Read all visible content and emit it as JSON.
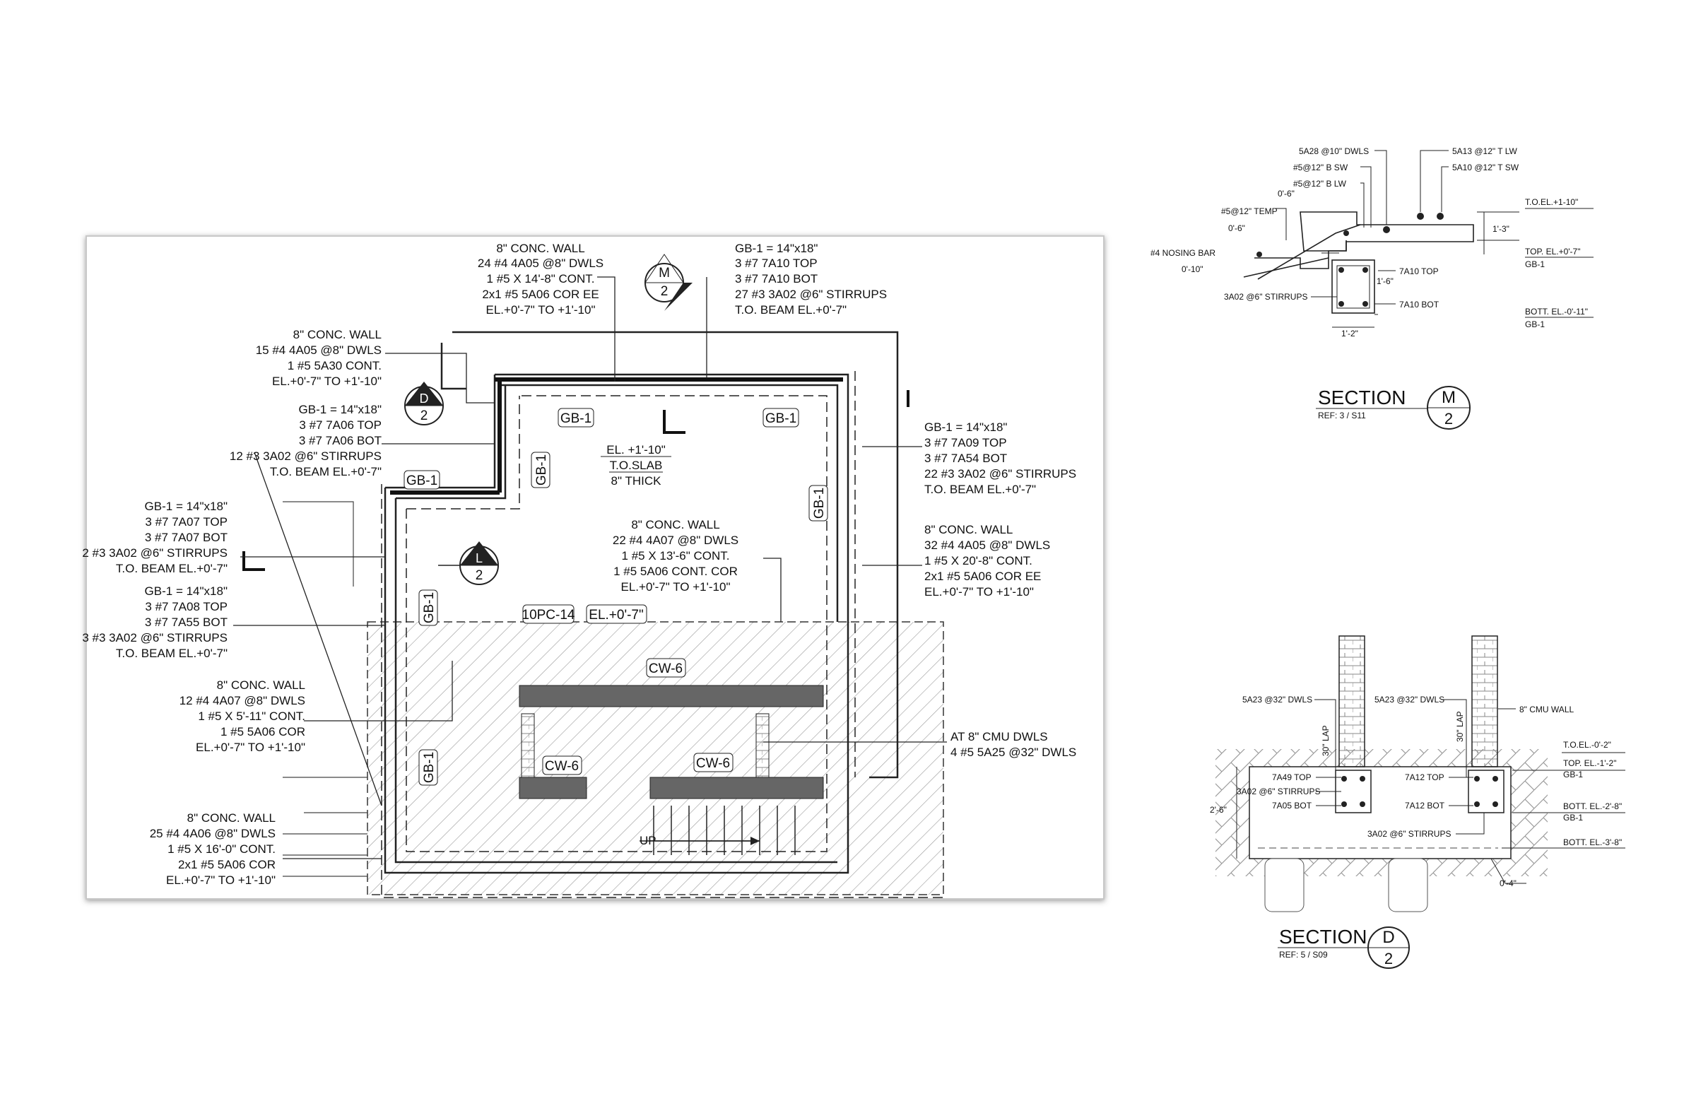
{
  "plan": {
    "tags": {
      "gb1": "GB-1",
      "cw6": "CW-6",
      "pc": "10PC-14",
      "el": "EL.+0'-7\""
    },
    "center_note": [
      "EL. +1'-10\"",
      "T.O.SLAB",
      "8\" THICK"
    ],
    "up_label": "UP",
    "bubbles": {
      "m": {
        "letter": "M",
        "num": "2"
      },
      "d": {
        "letter": "D",
        "num": "2"
      },
      "l": {
        "letter": "L",
        "num": "2"
      }
    },
    "callouts": {
      "top_wall": [
        "8\" CONC. WALL",
        "24 #4 4A05 @8\" DWLS",
        "1 #5 X 14'-8\"  CONT.",
        "2x1 #5 5A06  COR EE",
        "EL.+0'-7\" TO +1'-10\""
      ],
      "top_gb": [
        "GB-1 = 14\"x18\"",
        "3 #7 7A10  TOP",
        "3 #7 7A10  BOT",
        "27 #3 3A02 @6\" STIRRUPS",
        "T.O. BEAM EL.+0'-7\""
      ],
      "left_wall1": [
        "8\" CONC. WALL",
        "15 #4 4A05 @8\" DWLS",
        "1 #5 5A30  CONT.",
        "EL.+0'-7\" TO +1'-10\""
      ],
      "left_gb1": [
        "GB-1 = 14\"x18\"",
        "3 #7 7A06  TOP",
        "3 #7 7A06  BOT",
        "12 #3 3A02 @6\" STIRRUPS",
        "T.O. BEAM EL.+0'-7\""
      ],
      "left_gb2": [
        "GB-1 = 14\"x18\"",
        "3 #7 7A07  TOP",
        "3 #7 7A07  BOT",
        "2 #3 3A02 @6\" STIRRUPS",
        "T.O. BEAM EL.+0'-7\""
      ],
      "left_gb3": [
        "GB-1 = 14\"x18\"",
        "3 #7 7A08  TOP",
        "3 #7 7A55  BOT",
        "3 #3 3A02 @6\" STIRRUPS",
        "T.O. BEAM EL.+0'-7\""
      ],
      "left_wall2": [
        "8\" CONC. WALL",
        "12 #4 4A07 @8\" DWLS",
        "1 #5 X 5'-11\"  CONT.",
        "1 #5 5A06  COR",
        "EL.+0'-7\" TO +1'-10\""
      ],
      "left_wall3": [
        "8\" CONC. WALL",
        "25 #4 4A06 @8\" DWLS",
        "1 #5 X 16'-0\"  CONT.",
        "2x1 #5 5A06  COR",
        "EL.+0'-7\" TO +1'-10\""
      ],
      "right_gb": [
        "GB-1 = 14\"x18\"",
        "3 #7 7A09  TOP",
        "3 #7 7A54  BOT",
        "22 #3 3A02 @6\" STIRRUPS",
        "T.O. BEAM EL.+0'-7\""
      ],
      "right_wall": [
        "8\" CONC. WALL",
        "32 #4 4A05 @8\" DWLS",
        "1 #5 X 20'-8\"  CONT.",
        "2x1 #5 5A06  COR EE",
        "EL.+0'-7\" TO +1'-10\""
      ],
      "mid_wall": [
        "8\" CONC. WALL",
        "22 #4 4A07 @8\" DWLS",
        "1 #5 X 13'-6\"  CONT.",
        "1 #5 5A06  CONT. COR",
        "EL.+0'-7\" TO +1'-10\""
      ],
      "cmu": [
        "AT 8\" CMU DWLS",
        "4 #5 5A25 @32\" DWLS"
      ]
    }
  },
  "section_m": {
    "title": "SECTION",
    "letter": "M",
    "num": "2",
    "ref": "REF: 3 / S11",
    "labels": {
      "dwls": "5A28 @10\" DWLS",
      "b_sw": "#5@12\" B SW",
      "b_lw": "#5@12\" B LW",
      "t_lw": "5A13 @12\" T LW",
      "t_sw": "5A10 @12\" T SW",
      "d06a": "0'-6\"",
      "temp": "#5@12\" TEMP",
      "d06b": "0'-6\"",
      "nosing": "#4 NOSING BAR",
      "d010": "0'-10\"",
      "stirrups": "3A02 @6\" STIRRUPS",
      "top": "7A10  TOP",
      "d16": "1'-6\"",
      "bot": "7A10  BOT",
      "d12": "1'-2\"",
      "d13": "1'-3\"",
      "toel": "T.O.EL.+1-10\"",
      "top_el": "TOP. EL.+0'-7\"",
      "top_el_sub": "GB-1",
      "bott_el": "BOTT. EL.-0'-11\"",
      "bott_el_sub": "GB-1"
    }
  },
  "section_d": {
    "title": "SECTION",
    "letter": "D",
    "num": "2",
    "ref": "REF: 5 / S09",
    "labels": {
      "dwls_l": "5A23 @32\" DWLS",
      "dwls_r": "5A23 @32\" DWLS",
      "cmu": "8\" CMU WALL",
      "lap": "30\" LAP",
      "toel": "T.O.EL.-0'-2\"",
      "top_el": "TOP. EL.-1'-2\"",
      "top_el_sub": "GB-1",
      "bott_el1": "BOTT. EL.-2'-8\"",
      "bott_el1_sub": "GB-1",
      "bott_el2": "BOTT. EL.-3'-8\"",
      "a49": "7A49  TOP",
      "stir": "3A02 @6\" STIRRUPS",
      "a05": "7A05  BOT",
      "a12t": "7A12  TOP",
      "a12b": "7A12  BOT",
      "stir2": "3A02 @6\" STIRRUPS",
      "d26": "2'-6\"",
      "d04": "0'-4\""
    }
  }
}
